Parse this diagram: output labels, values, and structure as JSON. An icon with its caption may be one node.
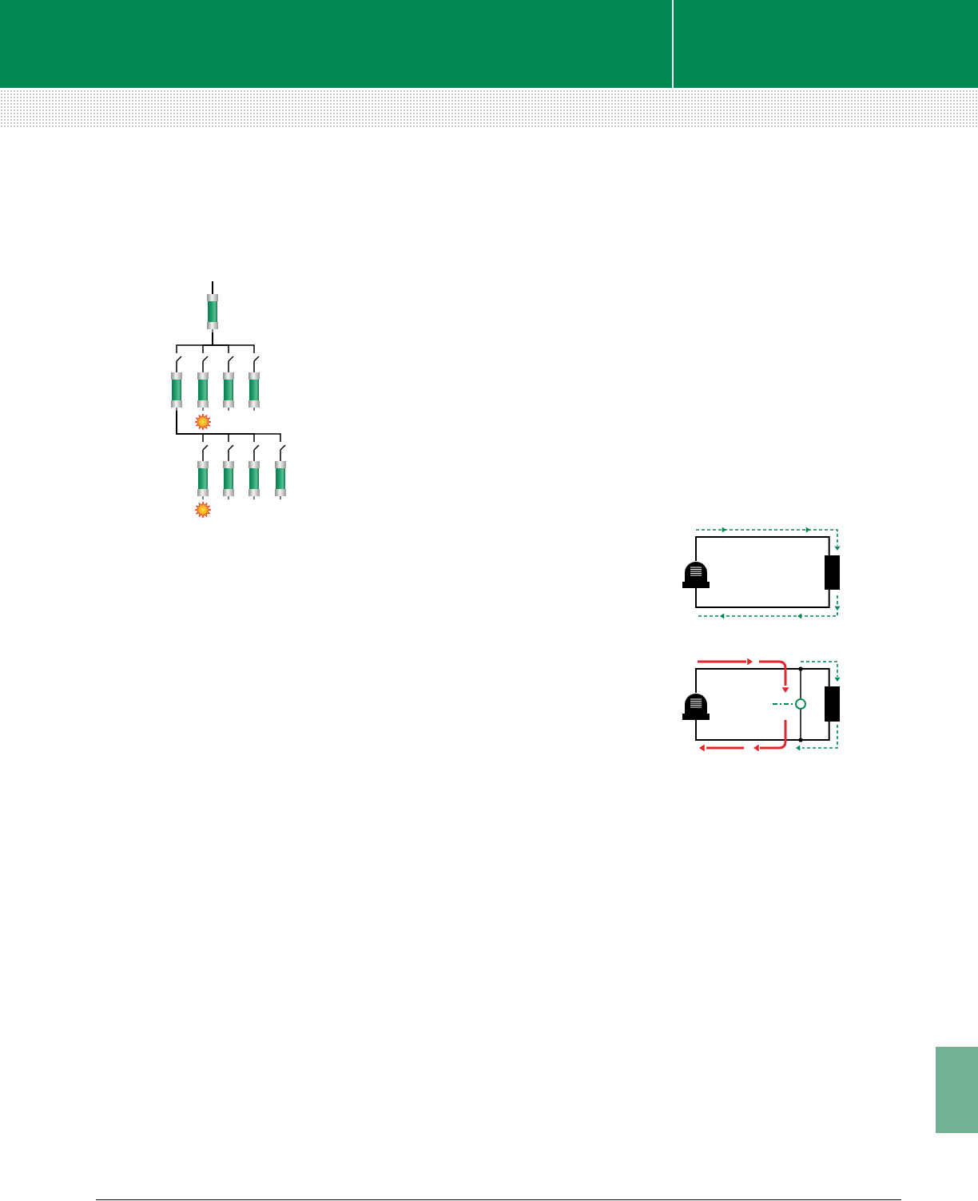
{
  "diagram": {
    "nodes": [
      {
        "text": [],
        "shape": "cylinder"
      },
      {
        "text": [],
        "shape": "cylinder"
      },
      {
        "text": [],
        "shape": "cylinder"
      },
      {
        "text": [],
        "shape": "cylinder"
      },
      {
        "text": [],
        "shape": "cylinder"
      },
      {
        "text": [],
        "shape": "cylinder"
      },
      {
        "text": [],
        "shape": "cylinder"
      },
      {
        "text": [],
        "shape": "cylinder"
      },
      {
        "text": [],
        "shape": "cylinder"
      },
      {
        "text": [],
        "shape": "picture"
      },
      {
        "text": [],
        "shape": "box"
      },
      {
        "text": [],
        "shape": "picture"
      },
      {
        "text": [],
        "shape": "circle"
      },
      {
        "text": [],
        "shape": "box"
      },
      {
        "text": [],
        "shape": "bar"
      }
    ],
    "edges": [
      {
        "from": null,
        "to": 0,
        "arrow": "none"
      },
      {
        "from": 0,
        "to": 1,
        "arrow": "none"
      },
      {
        "from": 0,
        "to": 2,
        "arrow": "none"
      },
      {
        "from": 0,
        "to": 3,
        "arrow": "none"
      },
      {
        "from": 0,
        "to": 4,
        "arrow": "none"
      },
      {
        "from": 1,
        "to": 5,
        "arrow": "none"
      },
      {
        "from": 1,
        "to": 6,
        "arrow": "none"
      },
      {
        "from": 1,
        "to": 7,
        "arrow": "none"
      },
      {
        "from": 1,
        "to": 8,
        "arrow": "none"
      },
      {
        "from": 9,
        "to": 10,
        "arrow": "none"
      },
      {
        "from": 9,
        "to": 10,
        "arrow": "none"
      },
      {
        "from": 11,
        "to": 13,
        "arrow": "none"
      },
      {
        "from": 11,
        "to": 13,
        "arrow": "none"
      },
      {
        "from": null,
        "to": 12,
        "arrow": "none",
        "style": "dashed",
        "color": "#00884f"
      }
    ]
  }
}
